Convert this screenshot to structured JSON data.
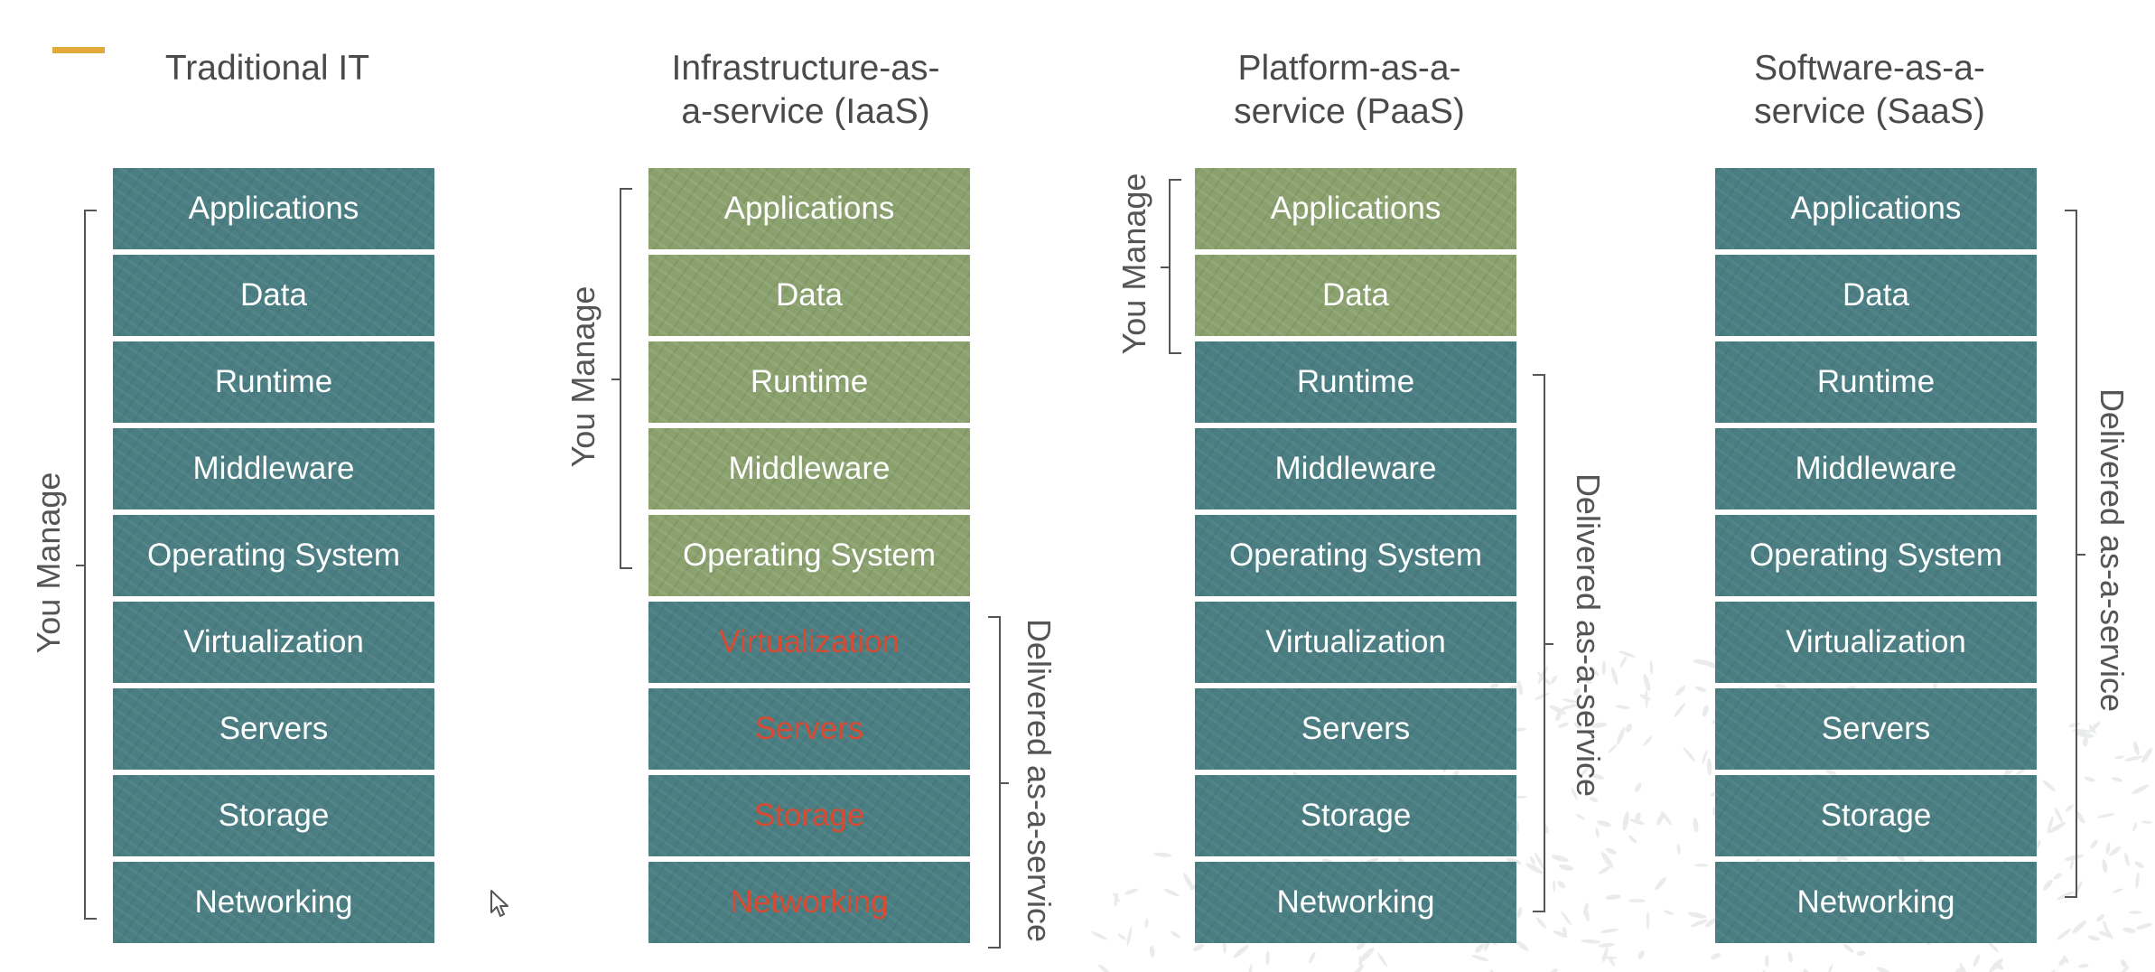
{
  "colors": {
    "accent": "#e2a93b",
    "managed_by_provider": "#4a7e82",
    "managed_by_you": "#8aa16e",
    "highlight_text": "#d94a32",
    "title_text": "#4a4a4a"
  },
  "columns": [
    {
      "title_line1": "Traditional IT",
      "title_line2": "",
      "layers": [
        "Applications",
        "Data",
        "Runtime",
        "Middleware",
        "Operating System",
        "Virtualization",
        "Servers",
        "Storage",
        "Networking"
      ],
      "you_manage_label": "You Manage",
      "delivered_label": ""
    },
    {
      "title_line1": "Infrastructure-as-",
      "title_line2": "a-service (IaaS)",
      "layers": [
        "Applications",
        "Data",
        "Runtime",
        "Middleware",
        "Operating System",
        "Virtualization",
        "Servers",
        "Storage",
        "Networking"
      ],
      "you_manage_label": "You Manage",
      "delivered_label": "Delivered as-a-service"
    },
    {
      "title_line1": "Platform-as-a-",
      "title_line2": "service (PaaS)",
      "layers": [
        "Applications",
        "Data",
        "Runtime",
        "Middleware",
        "Operating System",
        "Virtualization",
        "Servers",
        "Storage",
        "Networking"
      ],
      "you_manage_label": "You Manage",
      "delivered_label": "Delivered as-a-service"
    },
    {
      "title_line1": "Software-as-a-",
      "title_line2": "service (SaaS)",
      "layers": [
        "Applications",
        "Data",
        "Runtime",
        "Middleware",
        "Operating System",
        "Virtualization",
        "Servers",
        "Storage",
        "Networking"
      ],
      "you_manage_label": "",
      "delivered_label": "Delivered as-a-service"
    }
  ]
}
